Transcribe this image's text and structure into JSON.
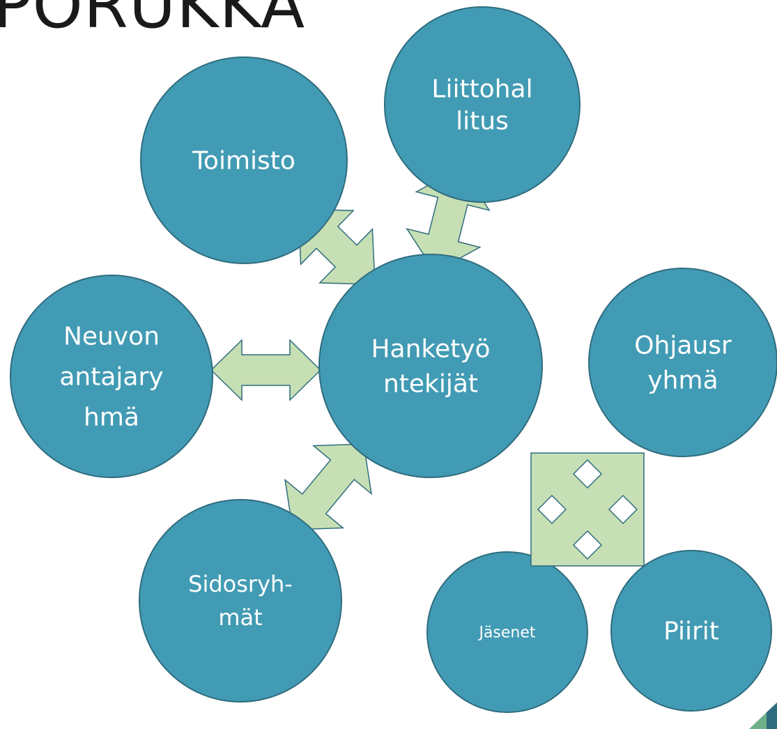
{
  "title": "PORUKKA",
  "colors": {
    "circle_fill": "#429bb4",
    "circle_stroke": "#2f6c7e",
    "arrow_fill": "#c6dfb4",
    "arrow_stroke": "#2f6c7e",
    "text": "#ffffff"
  },
  "nodes": {
    "toimisto": [
      "Toimisto"
    ],
    "liittohallitus": [
      "Liittohal",
      "litus"
    ],
    "neuvonantajaryhma": [
      "Neuvon",
      "antajary",
      "hmä"
    ],
    "hanketyontekijat": [
      "Hanketyö",
      "ntekijät"
    ],
    "ohjausryhma": [
      "Ohjausr",
      "yhmä"
    ],
    "sidosryhmat": [
      "Sidosryh-",
      "mät"
    ],
    "jasenet": [
      "Jäsenet"
    ],
    "piirit": [
      "Piirit"
    ]
  },
  "icons": {
    "double_arrow": "double-arrow-icon",
    "quad_arrow": "quad-arrow-icon"
  }
}
